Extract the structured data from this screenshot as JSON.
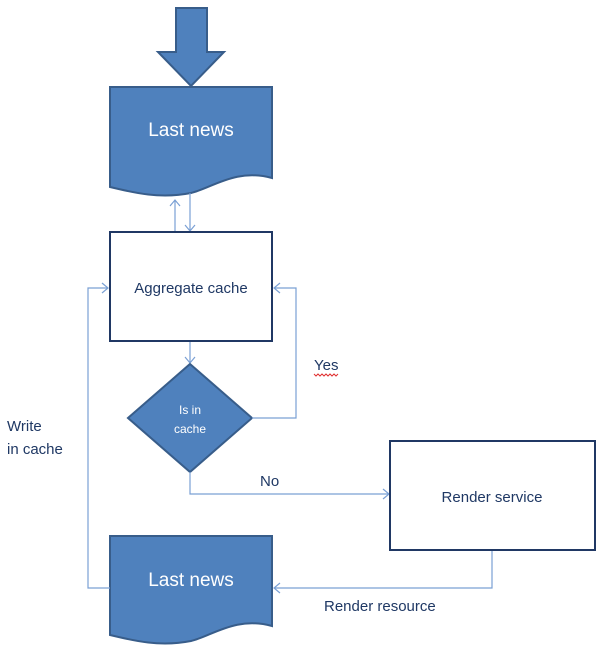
{
  "diagram": {
    "top_doc_label": "Last news",
    "aggregate_label": "Aggregate cache",
    "decision_label_line1": "Is in",
    "decision_label_line2": "cache",
    "yes_label": "Yes",
    "no_label": "No",
    "render_service_label": "Render service",
    "bottom_doc_label": "Last news",
    "write_cache_line1": "Write",
    "write_cache_line2": "in cache",
    "render_resource_label": "Render resource"
  },
  "colors": {
    "shape_fill": "#4f81bd",
    "shape_border": "#385d8a",
    "box_border": "#203864",
    "connector": "#7aa0d4",
    "text_dark": "#1f3864"
  }
}
